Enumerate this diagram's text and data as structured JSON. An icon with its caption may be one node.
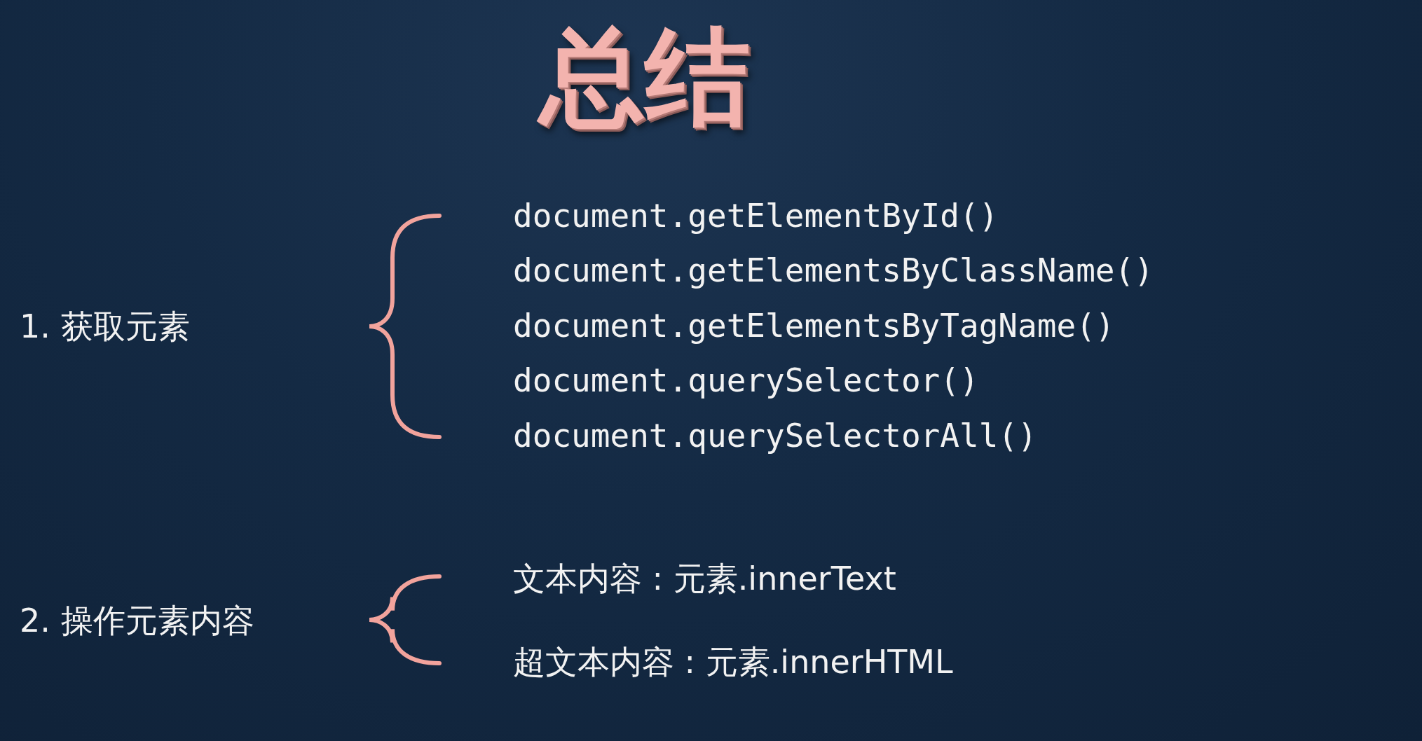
{
  "diagram": {
    "title": "总结",
    "labels": [
      "1. 获取元素",
      "document.getElementById()",
      "document.getElementsByClassName()",
      "document.getElementsByTagName()",
      "document.querySelector()",
      "document.querySelectorAll()",
      "2. 操作元素内容",
      "文本内容 : 元素.innerText",
      "超文本内容 : 元素.innerHTML"
    ]
  }
}
